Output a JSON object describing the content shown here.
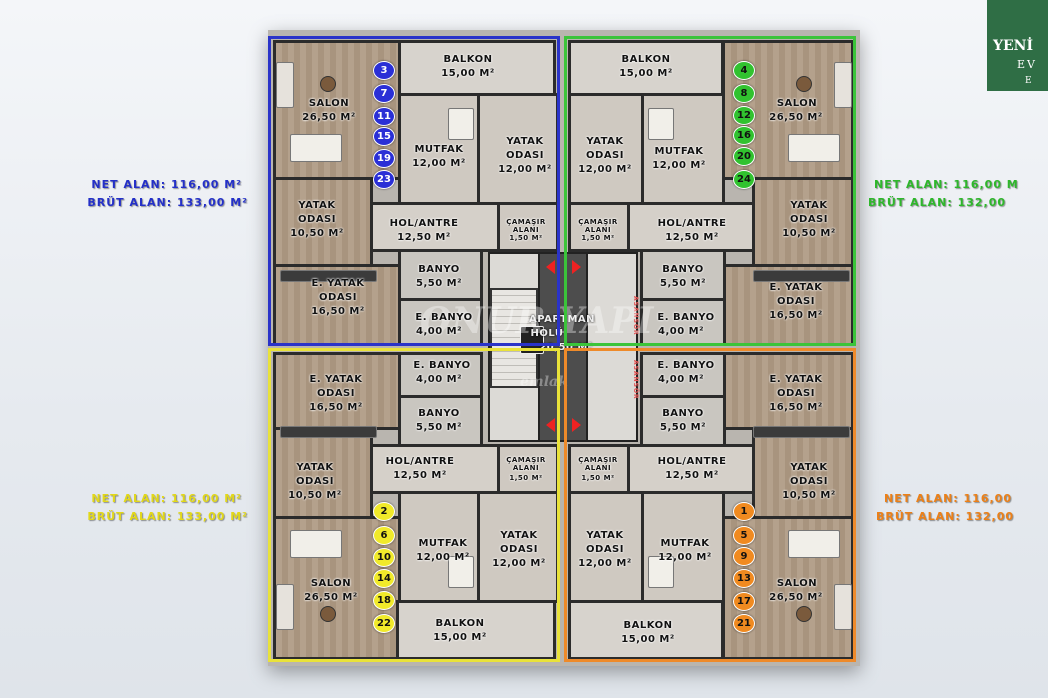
{
  "logo": {
    "line1": "YENİ",
    "line2": "EV",
    "line3": "E",
    "color": "#2f6e45"
  },
  "watermark": {
    "text": "ONUR YAPI",
    "sub": "emlak"
  },
  "core": {
    "hall_name": "APARTMAN",
    "hall_sub": "HOLÜ",
    "hall_area": "20,50 M²",
    "elevator_label": "ASANSÖR"
  },
  "units": {
    "blue": {
      "color": "#2a33c9",
      "net": "NET ALAN: 116,00 M²",
      "brut": "BRÜT ALAN: 133,00 M²",
      "numbers": [
        "3",
        "7",
        "11",
        "15",
        "19",
        "23"
      ],
      "rooms": {
        "balkon": {
          "name": "BALKON",
          "area": "15,00 M²"
        },
        "salon": {
          "name": "SALON",
          "area": "26,50 M²"
        },
        "mutfak": {
          "name": "MUTFAK",
          "area": "12,00 M²"
        },
        "yatak1": {
          "name": "YATAK",
          "name2": "ODASI",
          "area": "12,00 M²"
        },
        "yatak2": {
          "name": "YATAK",
          "name2": "ODASI",
          "area": "10,50 M²"
        },
        "hol": {
          "name": "HOL/ANTRE",
          "area": "12,50 M²"
        },
        "camasir": {
          "name": "ÇAMAŞIR",
          "name2": "ALANI",
          "area": "1,50 M²"
        },
        "banyo": {
          "name": "BANYO",
          "area": "5,50 M²"
        },
        "ebanyo": {
          "name": "E. BANYO",
          "area": "4,00 M²"
        },
        "eyatak": {
          "name": "E. YATAK",
          "name2": "ODASI",
          "area": "16,50 M²"
        }
      }
    },
    "green": {
      "color": "#3bc43a",
      "net": "NET ALAN: 116,00 M",
      "brut": "BRÜT ALAN: 132,00",
      "numbers": [
        "4",
        "8",
        "12",
        "16",
        "20",
        "24"
      ],
      "rooms": {
        "balkon": {
          "name": "BALKON",
          "area": "15,00 M²"
        },
        "salon": {
          "name": "SALON",
          "area": "26,50 M²"
        },
        "mutfak": {
          "name": "MUTFAK",
          "area": "12,00 M²"
        },
        "yatak1": {
          "name": "YATAK",
          "name2": "ODASI",
          "area": "12,00 M²"
        },
        "yatak2": {
          "name": "YATAK",
          "name2": "ODASI",
          "area": "10,50 M²"
        },
        "hol": {
          "name": "HOL/ANTRE",
          "area": "12,50 M²"
        },
        "camasir": {
          "name": "ÇAMAŞIR",
          "name2": "ALANI",
          "area": "1,50 M²"
        },
        "banyo": {
          "name": "BANYO",
          "area": "5,50 M²"
        },
        "ebanyo": {
          "name": "E. BANYO",
          "area": "4,00 M²"
        },
        "eyatak": {
          "name": "E. YATAK",
          "name2": "ODASI",
          "area": "16,50 M²"
        }
      }
    },
    "yellow": {
      "color": "#e9e23a",
      "net": "NET ALAN: 116,00 M²",
      "brut": "BRÜT ALAN: 133,00 M²",
      "numbers": [
        "2",
        "6",
        "10",
        "14",
        "18",
        "22"
      ],
      "rooms": {
        "balkon": {
          "name": "BALKON",
          "area": "15,00 M²"
        },
        "salon": {
          "name": "SALON",
          "area": "26,50 M²"
        },
        "mutfak": {
          "name": "MUTFAK",
          "area": "12,00 M²"
        },
        "yatak1": {
          "name": "YATAK",
          "name2": "ODASI",
          "area": "12,00 M²"
        },
        "yatak2": {
          "name": "YATAK",
          "name2": "ODASI",
          "area": "10,50 M²"
        },
        "hol": {
          "name": "HOL/ANTRE",
          "area": "12,50 M²"
        },
        "camasir": {
          "name": "ÇAMAŞIR",
          "name2": "ALANI",
          "area": "1,50 M²"
        },
        "banyo": {
          "name": "BANYO",
          "area": "5,50 M²"
        },
        "ebanyo": {
          "name": "E. BANYO",
          "area": "4,00 M²"
        },
        "eyatak": {
          "name": "E. YATAK",
          "name2": "ODASI",
          "area": "16,50 M²"
        }
      }
    },
    "orange": {
      "color": "#ee8a2a",
      "net": "NET ALAN: 116,00",
      "brut": "BRÜT ALAN: 132,00",
      "numbers": [
        "1",
        "5",
        "9",
        "13",
        "17",
        "21"
      ],
      "rooms": {
        "balkon": {
          "name": "BALKON",
          "area": "15,00 M²"
        },
        "salon": {
          "name": "SALON",
          "area": "26,50 M²"
        },
        "mutfak": {
          "name": "MUTFAK",
          "area": "12,00 M²"
        },
        "yatak1": {
          "name": "YATAK",
          "name2": "ODASI",
          "area": "12,00 M²"
        },
        "yatak2": {
          "name": "YATAK",
          "name2": "ODASI",
          "area": "10,50 M²"
        },
        "hol": {
          "name": "HOL/ANTRE",
          "area": "12,50 M²"
        },
        "camasir": {
          "name": "ÇAMAŞIR",
          "name2": "ALANI",
          "area": "1,50 M²"
        },
        "banyo": {
          "name": "BANYO",
          "area": "5,50 M²"
        },
        "ebanyo": {
          "name": "E. BANYO",
          "area": "4,00 M²"
        },
        "eyatak": {
          "name": "E. YATAK",
          "name2": "ODASI",
          "area": "16,50 M²"
        }
      }
    }
  }
}
